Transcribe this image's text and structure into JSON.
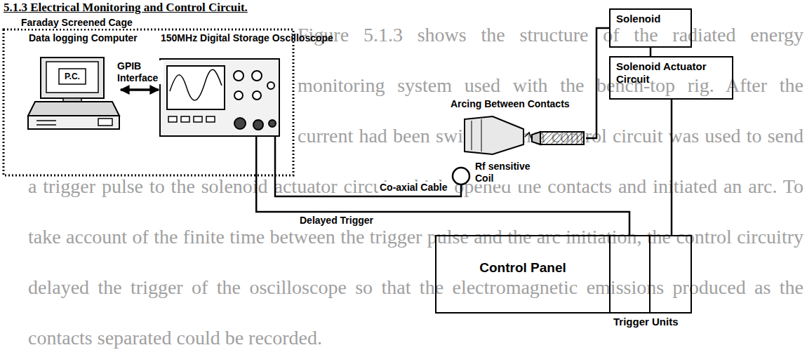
{
  "diagram": {
    "title": "5.1.3 Electrical Monitoring and Control Circuit.",
    "nodes": [
      {
        "text": [
          "Faraday Screened Cage"
        ]
      },
      {
        "text": [
          "Data logging Computer",
          "P.C."
        ],
        "in": 0
      },
      {
        "text": [
          "150MHz Digital Storage Oscilloscope"
        ],
        "in": 0
      },
      {
        "text": [
          "Arcing Between Contacts"
        ]
      },
      {
        "text": [
          "Solenoid"
        ]
      },
      {
        "text": [
          "Rf sensitive Coil"
        ]
      },
      {
        "text": [
          "Solenoid Actuator Circuit"
        ]
      },
      {
        "text": [
          "Control Panel"
        ]
      },
      {
        "text": [
          "Trigger Units"
        ]
      }
    ],
    "edges": [
      {
        "from": 1,
        "to": 2,
        "arrow": "both",
        "label": "GPIB Interface"
      },
      {
        "from": 2,
        "to": 5,
        "arrow": "none",
        "label": "Co-axial Cable"
      },
      {
        "from": 2,
        "to": 8,
        "arrow": "none",
        "label": "Delayed Trigger"
      },
      {
        "from": 3,
        "to": 4,
        "arrow": "none"
      },
      {
        "from": 4,
        "to": 6,
        "arrow": "none"
      },
      {
        "from": 6,
        "to": 8,
        "arrow": "none"
      }
    ],
    "labels": [
      "Figure 5.1.3 shows the structure of the radiated energy monitoring system used with the bench-top rig. After the current had been switched on a control circuit was used to send a trigger pulse to the solenoid actuator circuit which opened the contacts and initiated an arc. To take account of the finite time between the trigger pulse and the arc initiation, the control circuitry delayed the trigger of the oscilloscope so that the electromagnetic emissions produced as the contacts separated could be recorded."
    ]
  }
}
